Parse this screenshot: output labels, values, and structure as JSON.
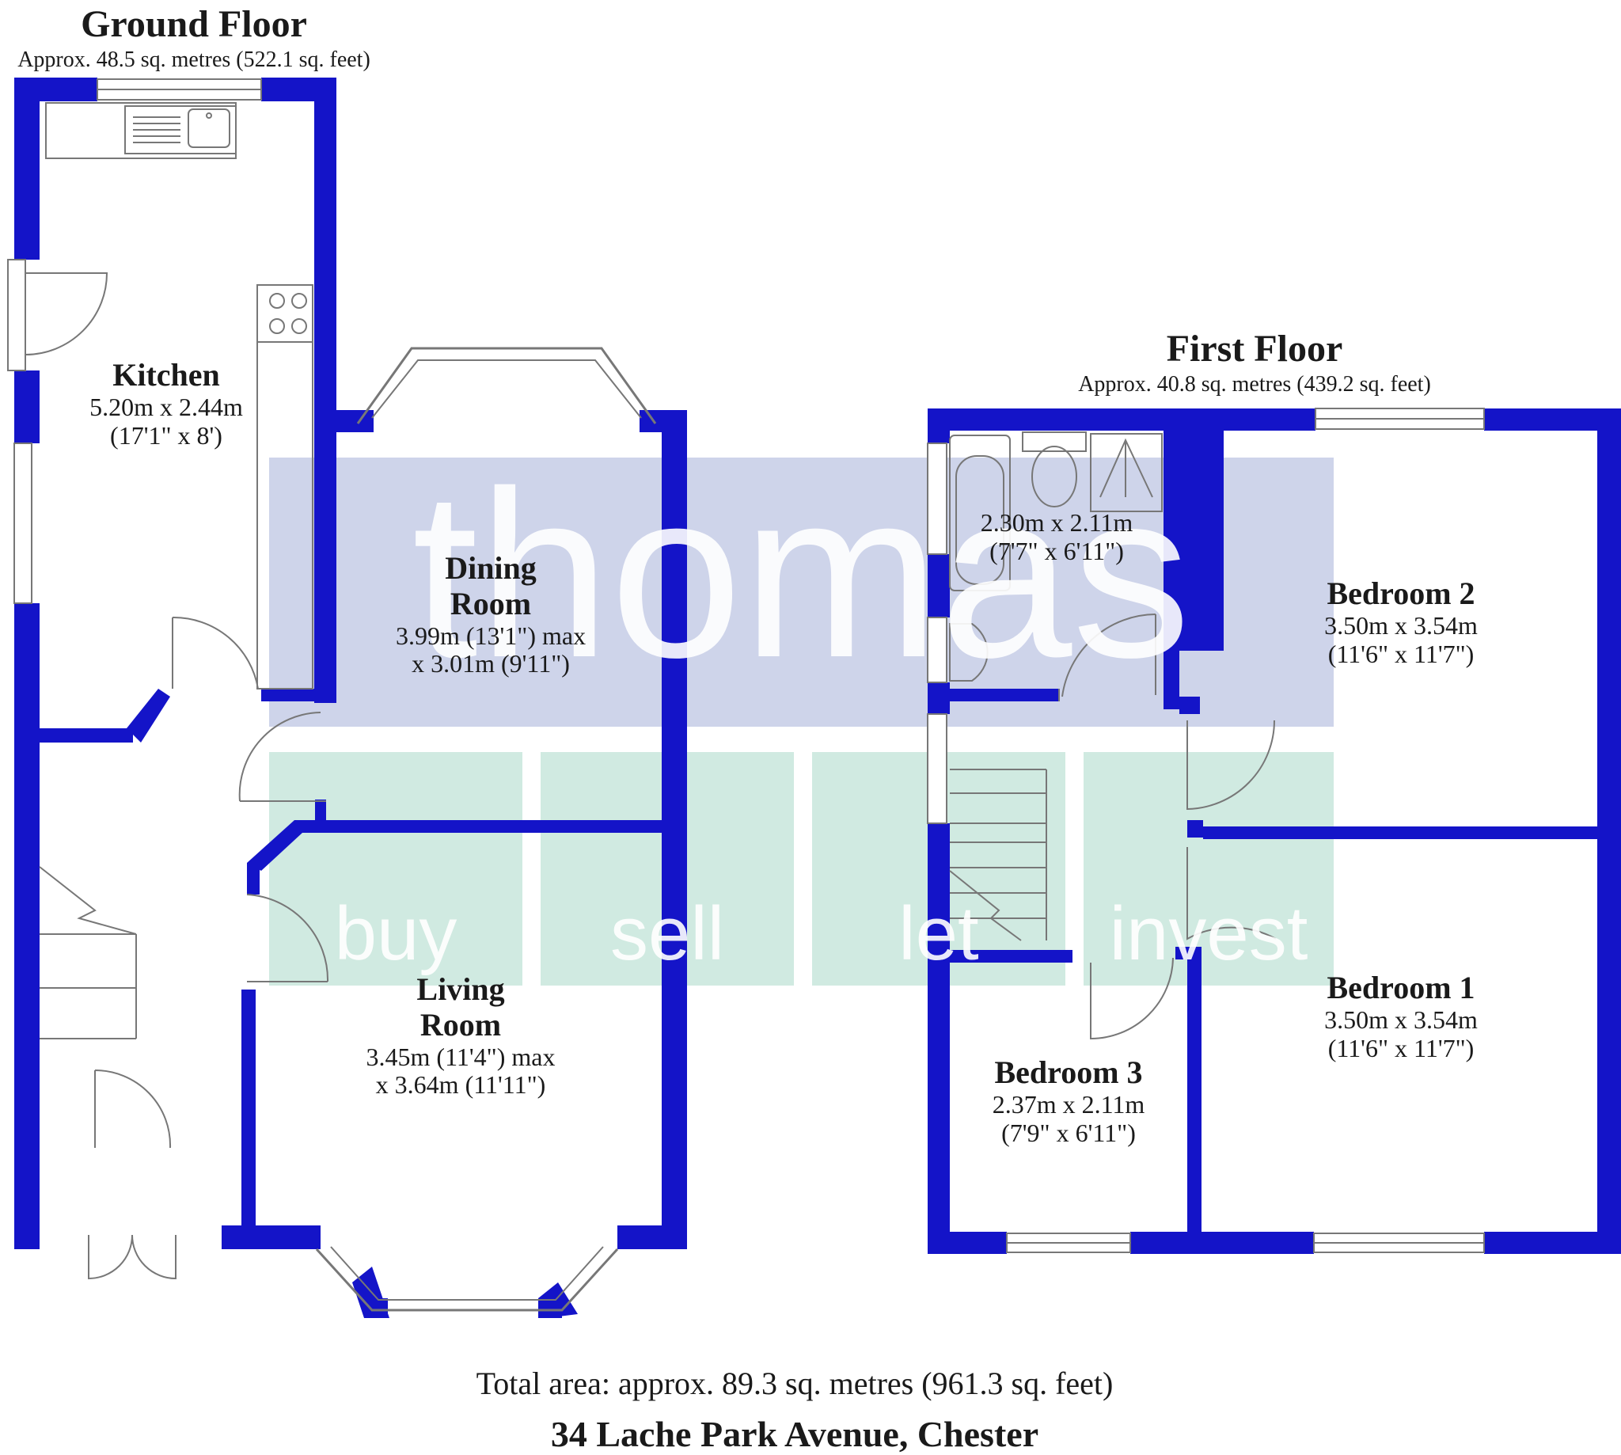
{
  "colors": {
    "wall": "#1414c8",
    "fixture": "#777777",
    "watermark_top": "#c5cde6",
    "watermark_bottom": "#c8e6dc"
  },
  "watermark": {
    "brand": "thomas",
    "tags": [
      "buy",
      "sell",
      "let",
      "invest"
    ]
  },
  "ground_floor": {
    "title": "Ground Floor",
    "area": "Approx. 48.5 sq. metres (522.1 sq. feet)",
    "rooms": [
      {
        "key": "kitchen",
        "name_lines": [
          "Kitchen"
        ],
        "dim_lines": [
          "5.20m x 2.44m",
          "(17'1\" x 8')"
        ]
      },
      {
        "key": "dining",
        "name_lines": [
          "Dining",
          "Room"
        ],
        "dim_lines": [
          "3.99m (13'1\") max",
          "x 3.01m (9'11\")"
        ]
      },
      {
        "key": "living",
        "name_lines": [
          "Living",
          "Room"
        ],
        "dim_lines": [
          "3.45m (11'4\") max",
          "x 3.64m (11'11\")"
        ]
      }
    ]
  },
  "first_floor": {
    "title": "First Floor",
    "area": "Approx. 40.8 sq. metres (439.2 sq. feet)",
    "rooms": [
      {
        "key": "bathroom",
        "name_lines": [],
        "dim_lines": [
          "2.30m x 2.11m",
          "(7'7\" x 6'11\")"
        ]
      },
      {
        "key": "bedroom2",
        "name_lines": [
          "Bedroom 2"
        ],
        "dim_lines": [
          "3.50m x 3.54m",
          "(11'6\" x 11'7\")"
        ]
      },
      {
        "key": "bedroom1",
        "name_lines": [
          "Bedroom 1"
        ],
        "dim_lines": [
          "3.50m x 3.54m",
          "(11'6\" x 11'7\")"
        ]
      },
      {
        "key": "bedroom3",
        "name_lines": [
          "Bedroom 3"
        ],
        "dim_lines": [
          "2.37m x 2.11m",
          "(7'9\" x 6'11\")"
        ]
      }
    ]
  },
  "footer": {
    "total_area": "Total area: approx. 89.3 sq. metres (961.3 sq. feet)",
    "address": "34 Lache Park Avenue, Chester"
  }
}
